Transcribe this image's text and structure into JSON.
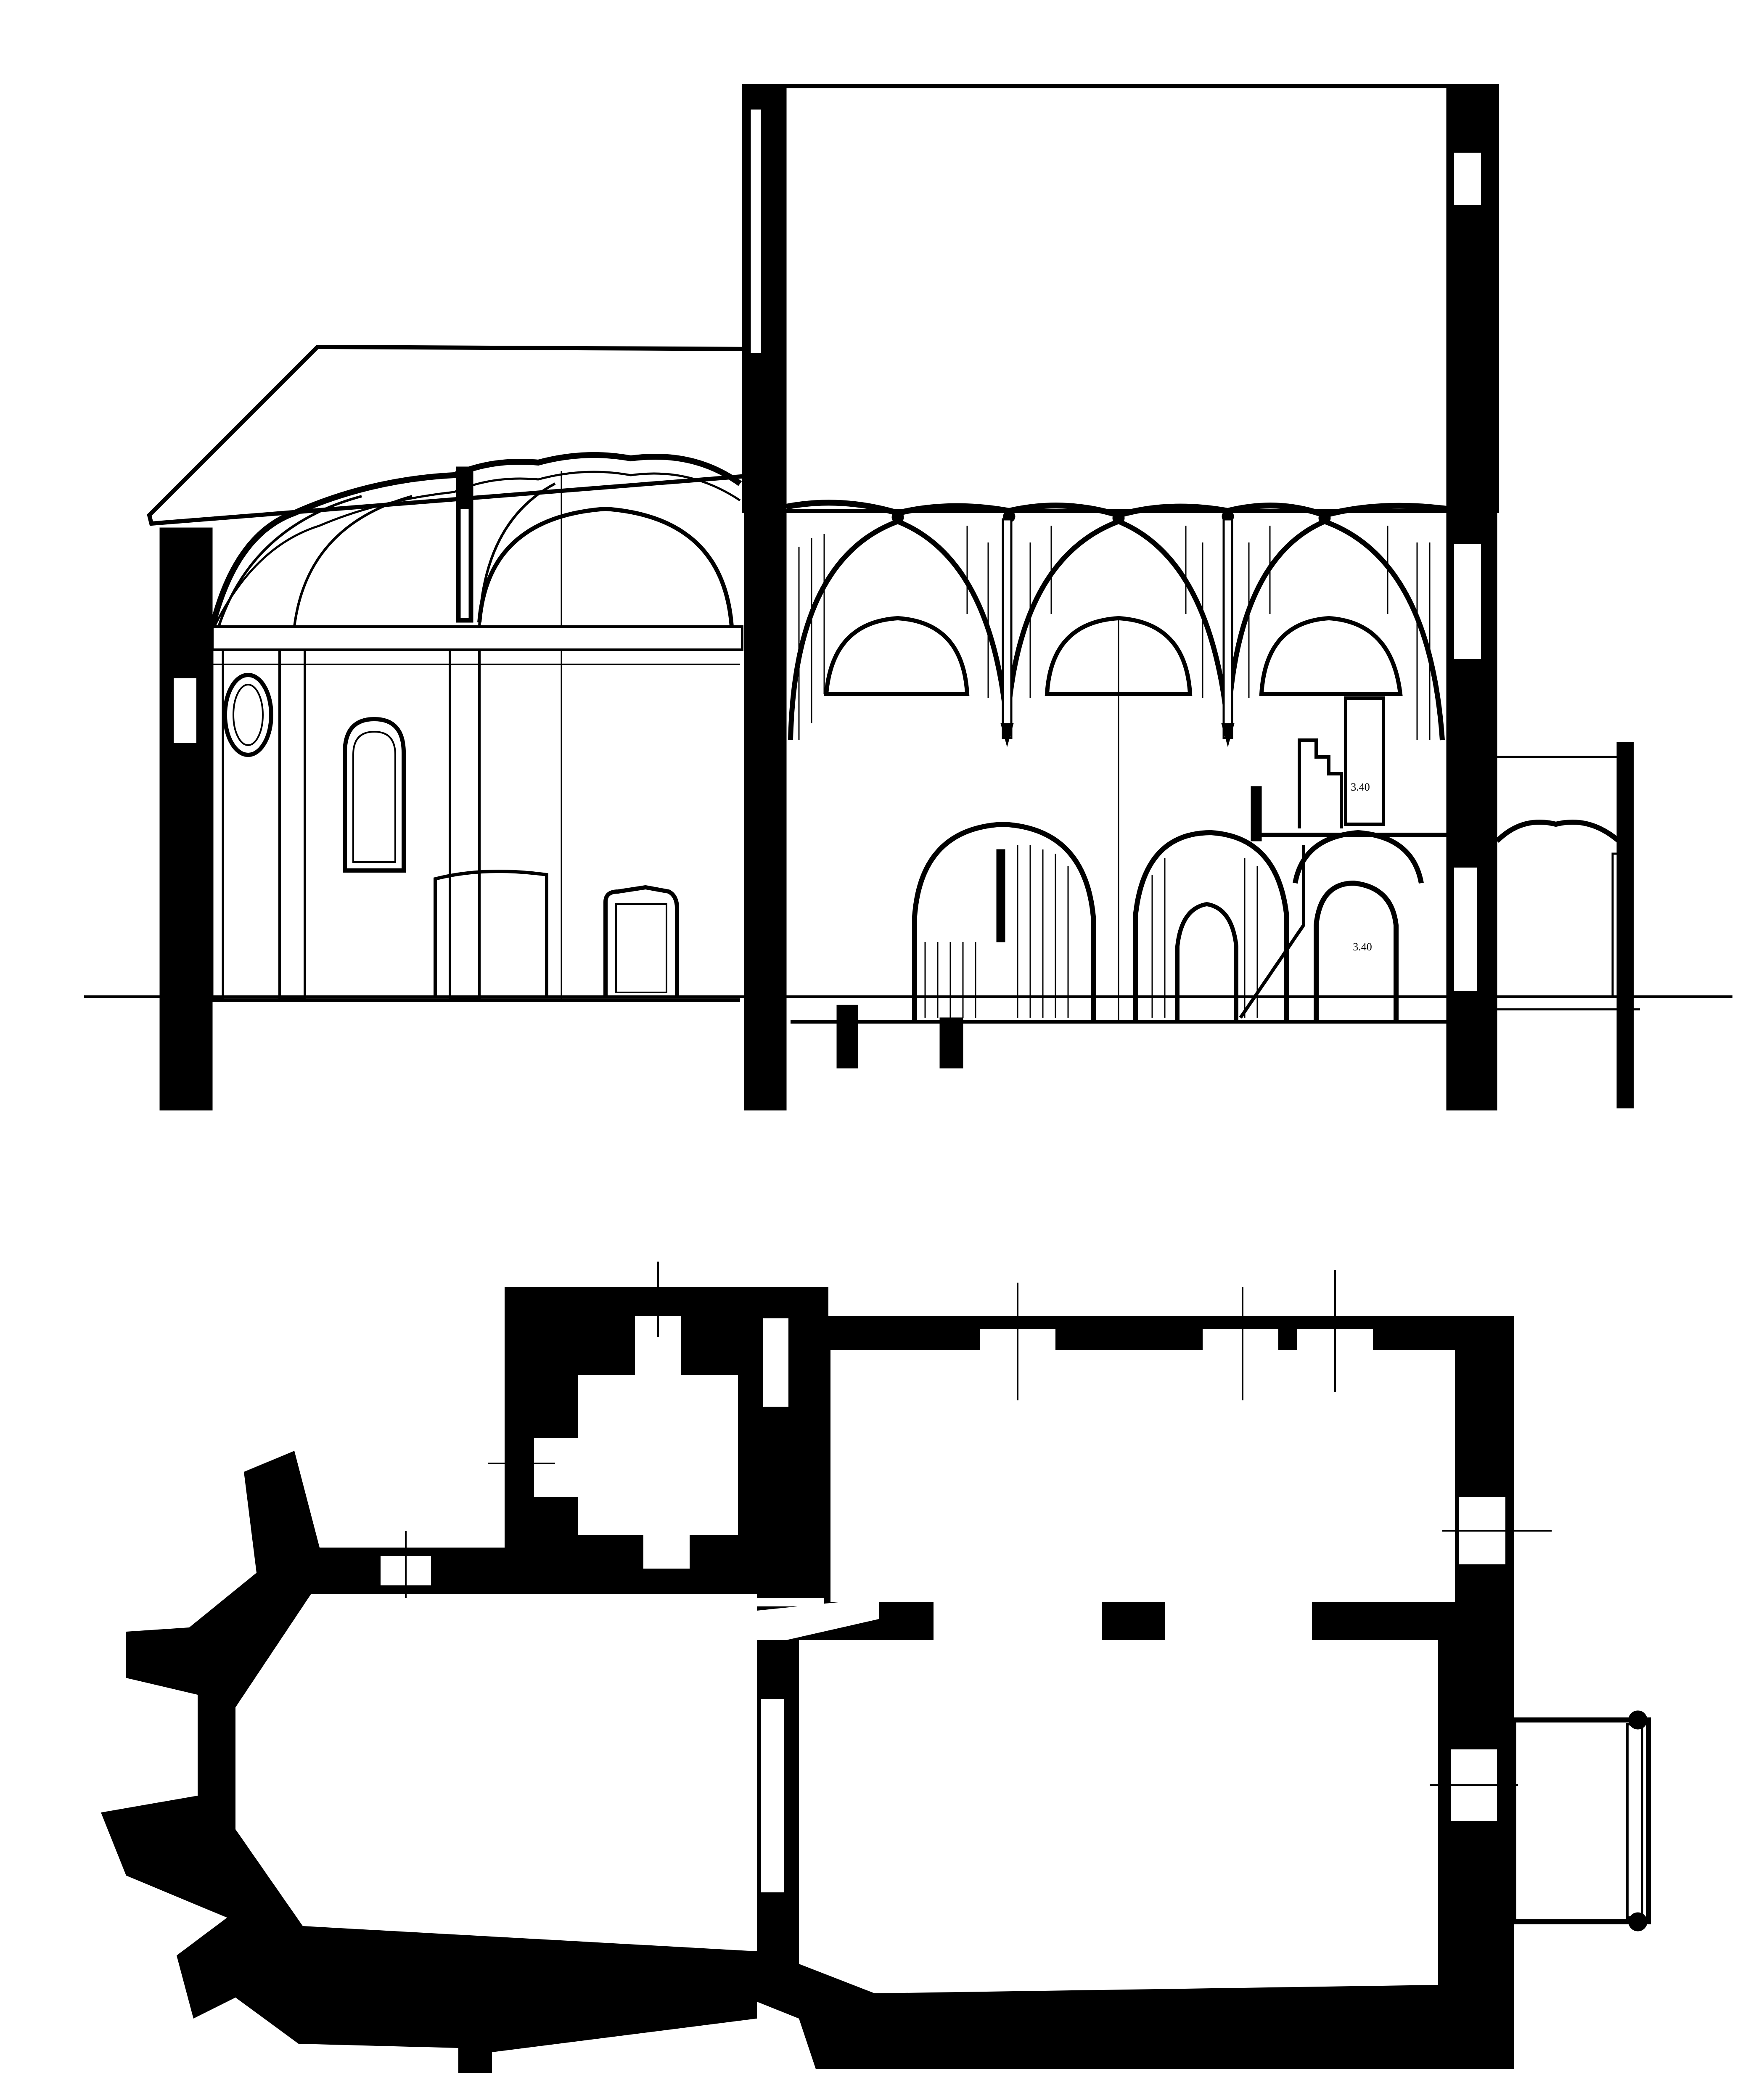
{
  "drawing": {
    "ink_color": "#000000",
    "paper_color": "#ffffff",
    "views": [
      "longitudinal-section",
      "ground-plan"
    ]
  },
  "section": {
    "level_labels": [
      "3.40",
      "3.40"
    ]
  }
}
